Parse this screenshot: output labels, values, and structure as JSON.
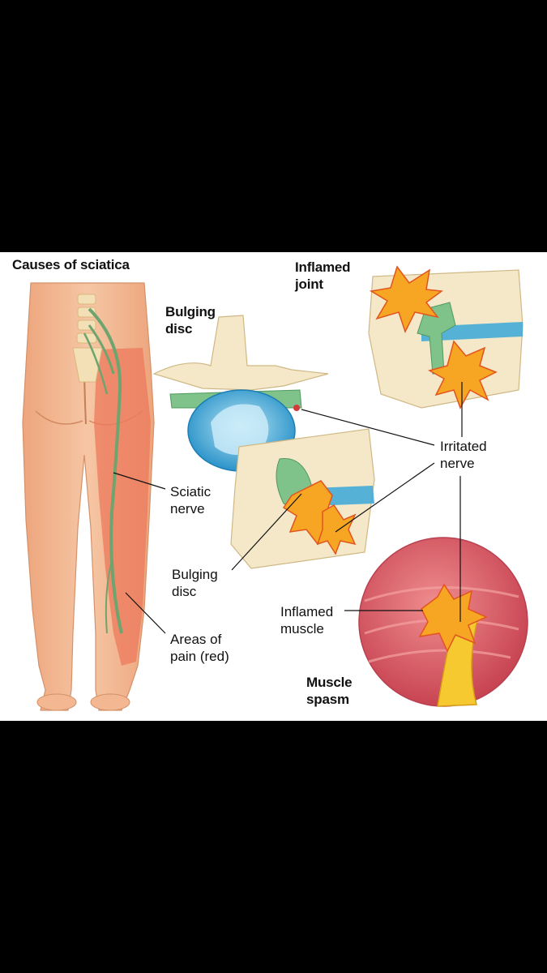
{
  "title": "Causes of sciatica",
  "labels": {
    "inflamed_joint": "Inflamed\njoint",
    "bulging_disc_top": "Bulging\ndisc",
    "irritated_nerve": "Irritated\nnerve",
    "sciatic_nerve": "Sciatic\nnerve",
    "bulging_disc_bottom": "Bulging\ndisc",
    "inflamed_muscle": "Inflamed\nmuscle",
    "areas_of_pain": "Areas of\npain (red)",
    "muscle_spasm": "Muscle\nspasm"
  },
  "colors": {
    "skin": "#f3b891",
    "pain": "#ec7a5c",
    "nerve": "#7ba57a",
    "bone": "#f4e8c8",
    "disc": "#3aa7d8",
    "muscle": "#d85a63",
    "flare": "#f6a623"
  }
}
